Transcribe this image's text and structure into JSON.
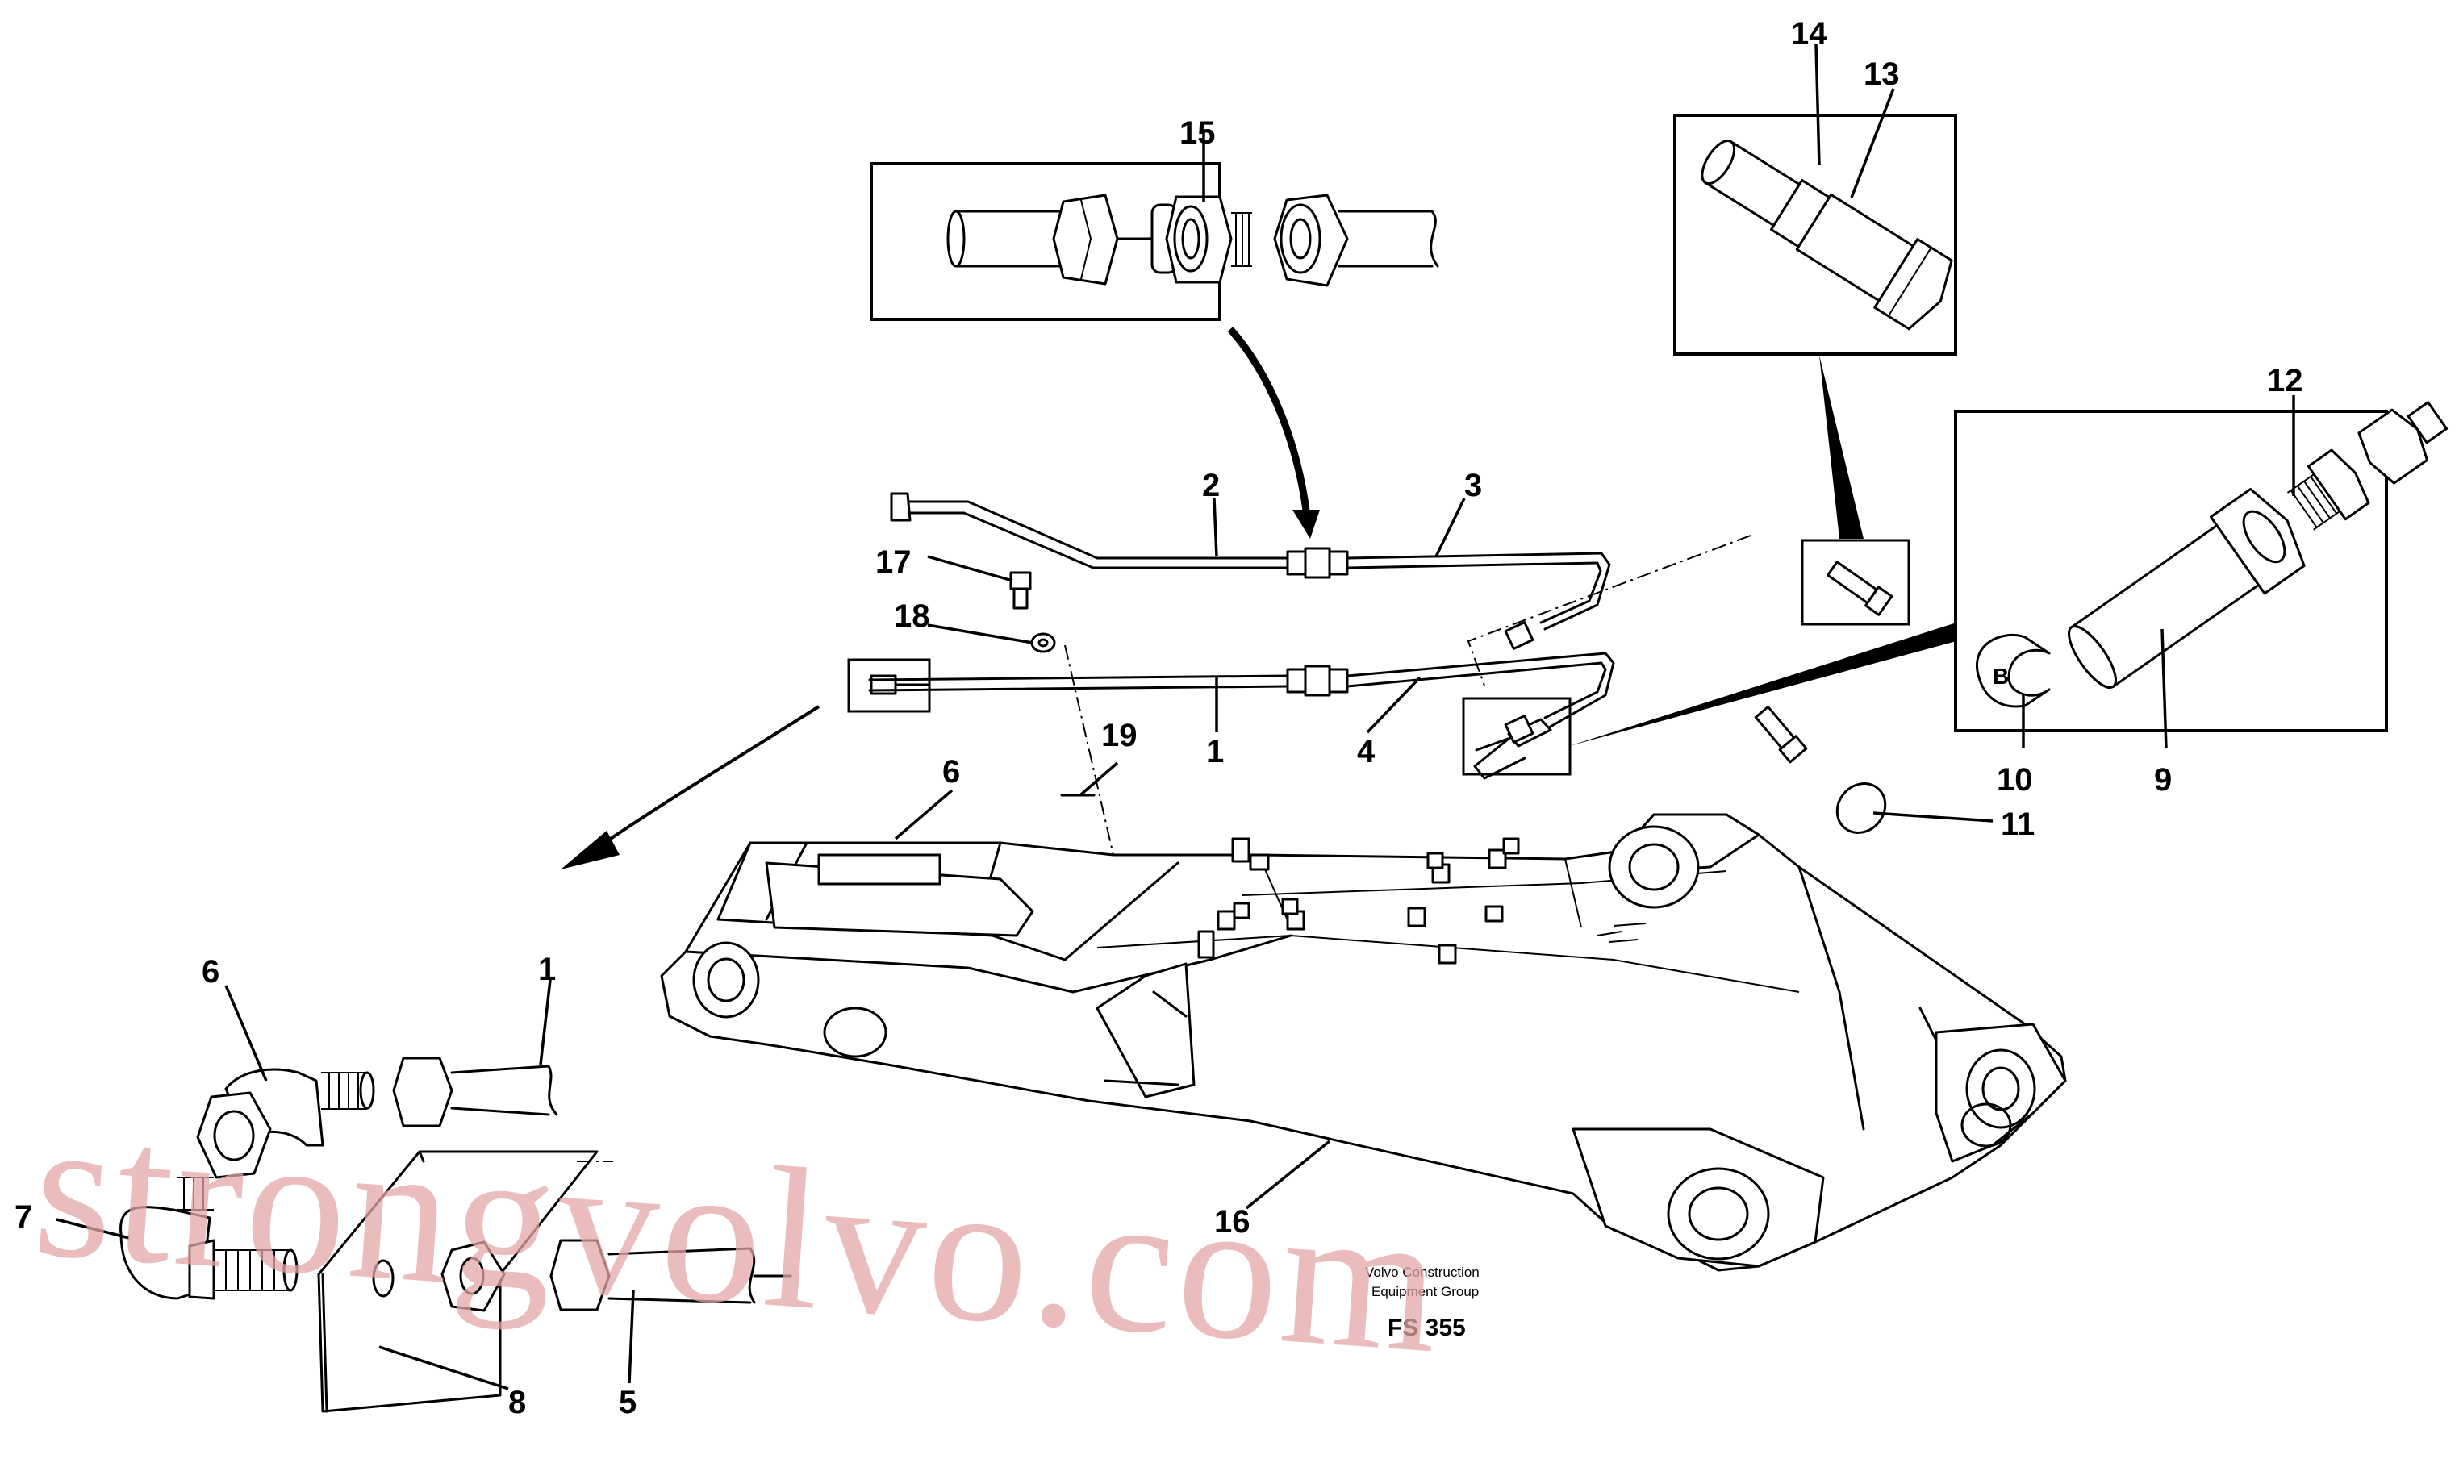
{
  "callouts": {
    "c1": "1",
    "c1b": "1",
    "c2": "2",
    "c3": "3",
    "c4": "4",
    "c5": "5",
    "c6": "6",
    "c6b": "6",
    "c7": "7",
    "c8": "8",
    "c9": "9",
    "c10": "10",
    "c11": "11",
    "c12": "12",
    "c13": "13",
    "c14": "14",
    "c15": "15",
    "c16": "16",
    "c17": "17",
    "c18": "18",
    "c19": "19"
  },
  "credit": {
    "line1": "Volvo Construction",
    "line2": "Equipment Group",
    "code": "FS 355"
  },
  "watermark": "strongvolvo.com",
  "colors": {
    "ink": "#000000",
    "watermark": "#e3a6a6",
    "background": "#ffffff"
  }
}
